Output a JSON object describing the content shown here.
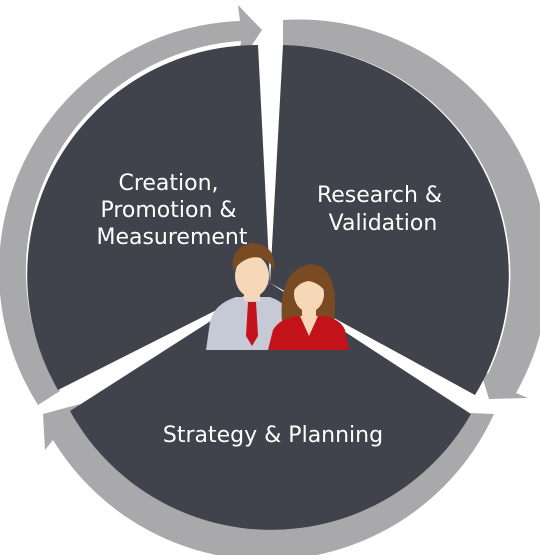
{
  "diagram": {
    "segments": [
      {
        "id": "research",
        "lines": [
          "Research &",
          "Validation"
        ]
      },
      {
        "id": "strategy",
        "lines": [
          "Strategy & Planning"
        ]
      },
      {
        "id": "creation",
        "lines": [
          "Creation,",
          "Promotion &",
          "Measurement"
        ]
      }
    ],
    "center_icon": "people-icon",
    "colors": {
      "segment_fill": "#40434b",
      "arrow_fill": "#a9a9ab",
      "suit_red": "#c4121a",
      "shirt": "#c5cad6",
      "skin": "#f6d8b9",
      "hair": "#7a4a22"
    }
  }
}
